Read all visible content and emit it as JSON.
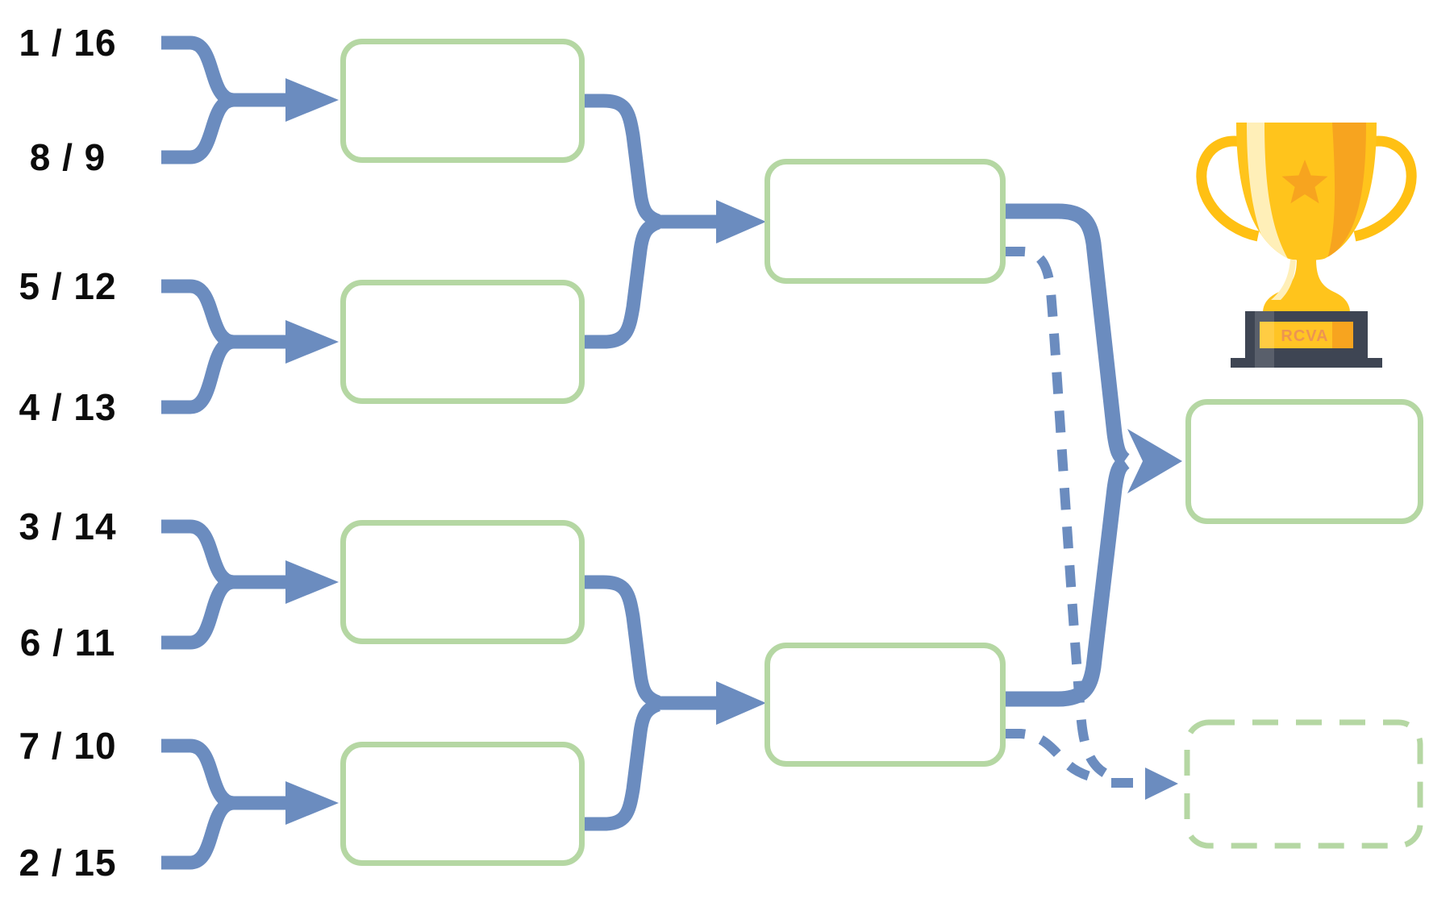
{
  "bracket": {
    "seeds": [
      "1 / 16",
      "8 / 9",
      "5 / 12",
      "4 / 13",
      "3 / 14",
      "6 / 11",
      "7 / 10",
      "2 / 15"
    ],
    "matches": {
      "quarterfinals": [
        "",
        "",
        "",
        ""
      ],
      "semifinals": [
        "",
        ""
      ],
      "final": "",
      "third_place": ""
    }
  },
  "trophy": {
    "plaque_text": "RCVA"
  },
  "colors": {
    "connector_blue": "#6b8cbf",
    "box_border_green": "#b5d7a3",
    "label_text": "#0c0c0c",
    "trophy_gold": "#ffc41c",
    "trophy_highlight": "#ffefb8",
    "trophy_orange": "#f7a41f",
    "trophy_base_dark": "#3e4553"
  }
}
